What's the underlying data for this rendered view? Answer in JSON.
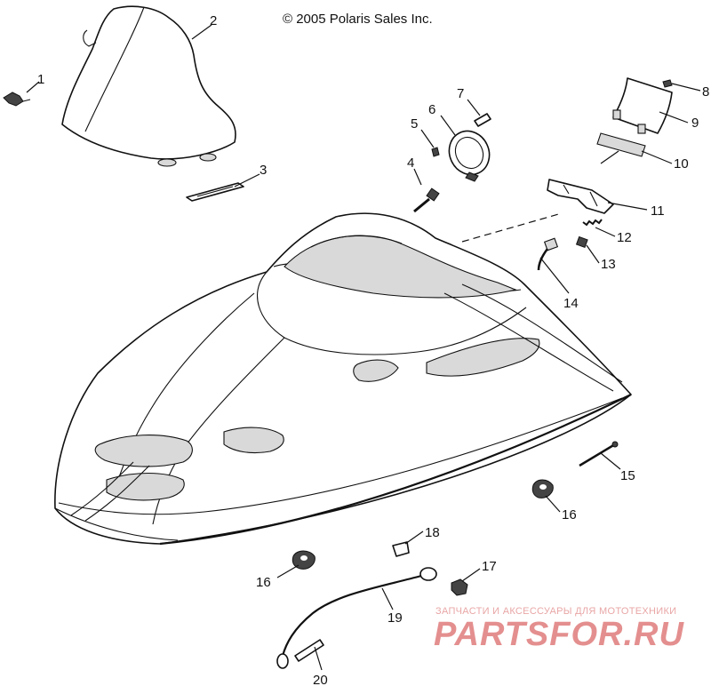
{
  "header": {
    "copyright": "© 2005 Polaris Sales Inc."
  },
  "callouts": [
    {
      "id": "c1",
      "label": "1"
    },
    {
      "id": "c2",
      "label": "2"
    },
    {
      "id": "c3",
      "label": "3"
    },
    {
      "id": "c4",
      "label": "4"
    },
    {
      "id": "c5",
      "label": "5"
    },
    {
      "id": "c6",
      "label": "6"
    },
    {
      "id": "c7",
      "label": "7"
    },
    {
      "id": "c8",
      "label": "8"
    },
    {
      "id": "c9",
      "label": "9"
    },
    {
      "id": "c10",
      "label": "10"
    },
    {
      "id": "c11",
      "label": "11"
    },
    {
      "id": "c12",
      "label": "12"
    },
    {
      "id": "c13",
      "label": "13"
    },
    {
      "id": "c14",
      "label": "14"
    },
    {
      "id": "c15",
      "label": "15"
    },
    {
      "id": "c16a",
      "label": "16"
    },
    {
      "id": "c16b",
      "label": "16"
    },
    {
      "id": "c17",
      "label": "17"
    },
    {
      "id": "c18",
      "label": "18"
    },
    {
      "id": "c19",
      "label": "19"
    },
    {
      "id": "c20",
      "label": "20"
    }
  ],
  "watermark": {
    "tagline": "ЗАПЧАСТИ И АКСЕССУАРЫ ДЛЯ МОТОТЕХНИКИ",
    "brand": "PARTSFOR.RU",
    "color": "#e48f8f"
  }
}
